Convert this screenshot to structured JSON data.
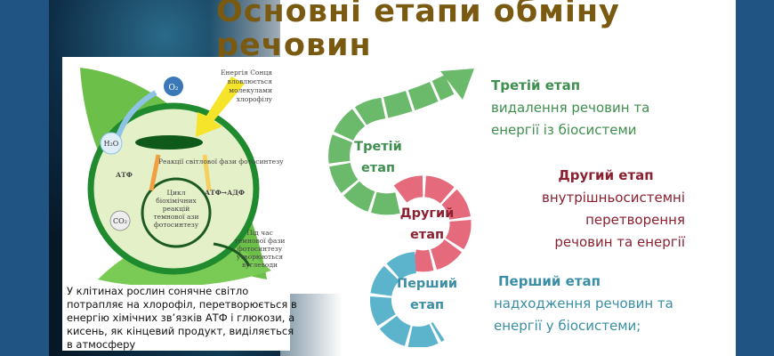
{
  "title": "Основні етапи обміну речовин",
  "diagram": {
    "sun_energy": [
      "Енергія Сонця",
      "вловлюється",
      "молекулами",
      "хлорофілу"
    ],
    "o2": "O₂",
    "h2o": "H₂O",
    "co2": "CO₂",
    "light_phase": "Реакції світлової фази фотосинтезу",
    "atp": "АТФ",
    "atp_adp": "АТФ→АДФ",
    "cycle": [
      "Цикл",
      "біохімічних",
      "реакцій",
      "темнової ази",
      "фотосинтезу"
    ],
    "dark_phase": [
      "Під час",
      "темнової фази",
      "фотосинтезу",
      "утворюються",
      "вуглеводи"
    ]
  },
  "caption": "У клітинах рослин сонячне світло потрапляє на хлорофіл, перетворюється в енергію хімічних зв’язків АТФ і глюкози, а кисень, як кінцевий продукт, виділяється в атмосферу",
  "stages": [
    {
      "label": [
        "Третій",
        "етап"
      ],
      "heading": "Третій етап",
      "lines": [
        "видалення речовин та",
        "енергії із біосистеми"
      ],
      "color": "#6bba6b"
    },
    {
      "label": [
        "Другий",
        "етап"
      ],
      "heading": "Другий етап",
      "lines": [
        "внутрішньосистемні",
        "перетворення",
        "речовин та енергії"
      ],
      "color": "#e46a7c"
    },
    {
      "label": [
        "Перший",
        "етап"
      ],
      "heading": "Перший етап",
      "lines": [
        "надходження речовин та",
        "енергії у біосистеми;"
      ],
      "color": "#5bb3cc"
    }
  ],
  "colors": {
    "title": "#7a5a10",
    "frame": "#1f5483"
  }
}
